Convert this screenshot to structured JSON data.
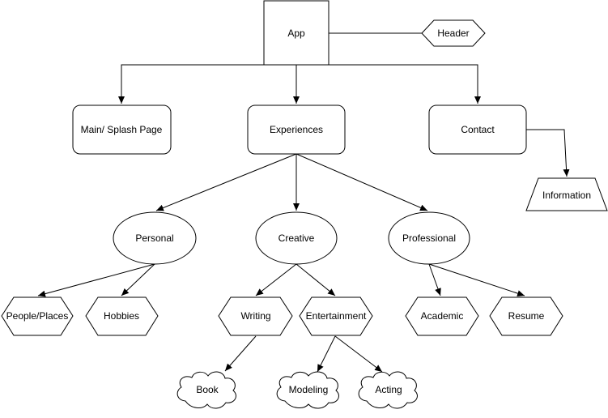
{
  "diagram": {
    "nodes": {
      "app": "App",
      "header": "Header",
      "main": "Main/ Splash Page",
      "experiences": "Experiences",
      "contact": "Contact",
      "information": "Information",
      "personal": "Personal",
      "creative": "Creative",
      "professional": "Professional",
      "people": "People/Places",
      "hobbies": "Hobbies",
      "writing": "Writing",
      "entertainment": "Entertainment",
      "academic": "Academic",
      "resume": "Resume",
      "book": "Book",
      "modeling": "Modeling",
      "acting": "Acting"
    }
  }
}
